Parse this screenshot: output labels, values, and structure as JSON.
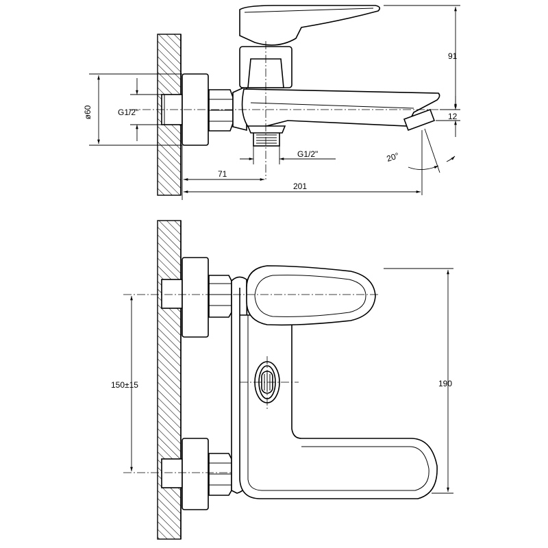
{
  "drawing": {
    "top_view": {
      "dim_height_top": "91",
      "dim_diameter": "ø60",
      "dim_thread_inlet": "G1/2\"",
      "dim_thread_outlet": "G1/2\"",
      "dim_spout_drop": "12",
      "dim_angle": "20°",
      "dim_offset_71": "71",
      "dim_length_201": "201"
    },
    "front_view": {
      "dim_spacing": "150±15",
      "dim_height_190": "190"
    }
  }
}
